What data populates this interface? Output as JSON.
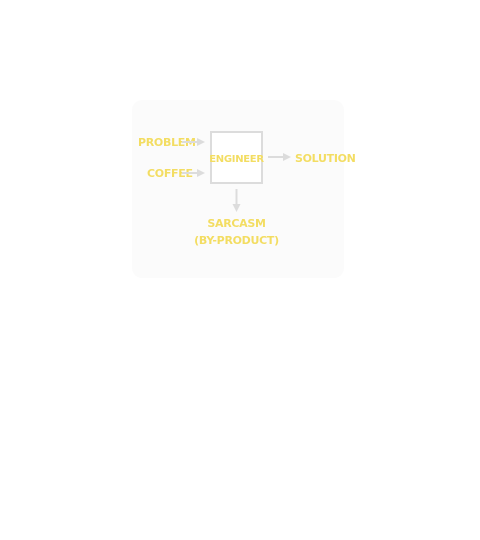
{
  "diagram": {
    "inputs": {
      "problem": "PROBLEM",
      "coffee": "COFFEE"
    },
    "process": "ENGINEER",
    "output": "SOLUTION",
    "byproduct": {
      "line1": "SARCASM",
      "line2": "(BY-PRODUCT)"
    }
  },
  "colors": {
    "label": "#f3dd62",
    "stroke": "#dcdcdc",
    "backdrop": "#fbfbfb",
    "page": "#ffffff"
  }
}
